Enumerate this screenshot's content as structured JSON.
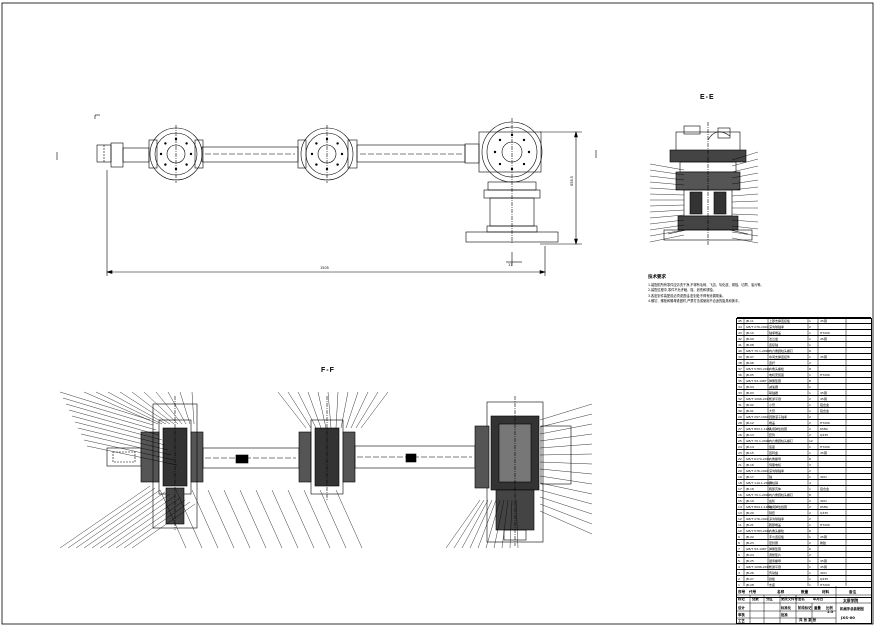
{
  "views": {
    "section_e": "E-E",
    "section_f": "F-F"
  },
  "dimensions": {
    "overall_length": "1505",
    "height": "658.5",
    "offset": "17"
  },
  "notes": {
    "heading": "技术要求",
    "lines": [
      "1.装配前所有零件应清洗干净,不得有毛刺、飞边、氧化皮、锈蚀、切屑、油污等。",
      "2.装配过程中,零件不允许磕、碰、划伤和锈蚀。",
      "3.各密封件装配前必须浸透油,密封处不得有渗漏现象。",
      "4.螺钉、螺栓和螺母紧固时,严禁打击或使用不合适的旋具和扳手。"
    ]
  },
  "bom": {
    "header": [
      "序号",
      "代号",
      "名称",
      "数量",
      "材料",
      "备注"
    ],
    "rows": [
      [
        "45",
        "JB-11",
        "上部支撑连接板",
        "1",
        "45钢",
        ""
      ],
      [
        "44",
        "GB/T 276-1994",
        "深沟球轴承",
        "2",
        "",
        ""
      ],
      [
        "43",
        "JB-10",
        "轴承端盖",
        "1",
        "HT200",
        ""
      ],
      [
        "42",
        "JB-09",
        "法兰盘",
        "1",
        "45钢",
        ""
      ],
      [
        "41",
        "JB-08",
        "连接轴",
        "1",
        "",
        ""
      ],
      [
        "40",
        "GB/T 70.1-2000",
        "内六角圆柱头螺钉",
        "6",
        "",
        ""
      ],
      [
        "39",
        "JB-07",
        "中间支撑连接件",
        "1",
        "45钢",
        ""
      ],
      [
        "38",
        "JB-06",
        "连杆",
        "2",
        "",
        ""
      ],
      [
        "37",
        "GB/T 5783-2000",
        "六角头螺栓",
        "8",
        "",
        ""
      ],
      [
        "36",
        "JB-05",
        "电机安装座",
        "1",
        "HT200",
        ""
      ],
      [
        "35",
        "GB/T 93-1987",
        "弹簧垫圈",
        "8",
        "",
        ""
      ],
      [
        "34",
        "JB-04",
        "减速器",
        "1",
        "",
        ""
      ],
      [
        "33",
        "JB-03",
        "联轴器",
        "1",
        "45钢",
        ""
      ],
      [
        "32",
        "GB/T 1096-2003",
        "普通平键",
        "2",
        "45钢",
        ""
      ],
      [
        "31",
        "JB-02",
        "小臂",
        "1",
        "铝合金",
        ""
      ],
      [
        "30",
        "JB-01",
        "大臂",
        "1",
        "铝合金",
        ""
      ],
      [
        "29",
        "GB/T 297-1994",
        "圆锥滚子轴承",
        "2",
        "",
        ""
      ],
      [
        "28",
        "JB-12",
        "端盖",
        "2",
        "HT200",
        ""
      ],
      [
        "27",
        "GB/T 893.1-1986",
        "孔用弹性挡圈",
        "2",
        "65Mn",
        ""
      ],
      [
        "26",
        "JB-13",
        "套筒",
        "2",
        "Q235",
        ""
      ],
      [
        "25",
        "GB/T 70.1-2000",
        "内六角圆柱头螺钉",
        "12",
        "",
        ""
      ],
      [
        "24",
        "JB-14",
        "底座",
        "1",
        "HT200",
        ""
      ],
      [
        "23",
        "JB-15",
        "回转盘",
        "1",
        "45钢",
        ""
      ],
      [
        "22",
        "GB/T 6170-2000",
        "六角螺母",
        "8",
        "",
        ""
      ],
      [
        "21",
        "JB-16",
        "伺服电机",
        "3",
        "",
        ""
      ],
      [
        "20",
        "GB/T 276-1994",
        "深沟球轴承",
        "2",
        "",
        ""
      ],
      [
        "19",
        "JB-17",
        "轴",
        "1",
        "40Cr",
        ""
      ],
      [
        "18",
        "GB/T 119.1-2000",
        "圆柱销",
        "4",
        "",
        ""
      ],
      [
        "17",
        "JB-18",
        "腕部壳体",
        "1",
        "铝合金",
        ""
      ],
      [
        "16",
        "GB/T 70.1-2000",
        "内六角圆柱头螺钉",
        "8",
        "",
        ""
      ],
      [
        "15",
        "JB-19",
        "齿轮",
        "2",
        "40Cr",
        ""
      ],
      [
        "14",
        "GB/T 894.1-1986",
        "轴用弹性挡圈",
        "2",
        "65Mn",
        ""
      ],
      [
        "13",
        "JB-20",
        "隔套",
        "2",
        "Q235",
        ""
      ],
      [
        "12",
        "GB/T 276-1994",
        "深沟球轴承",
        "2",
        "",
        ""
      ],
      [
        "11",
        "JB-21",
        "腕部端盖",
        "1",
        "HT200",
        ""
      ],
      [
        "10",
        "GB/T 5783-2000",
        "六角头螺栓",
        "6",
        "",
        ""
      ],
      [
        "9",
        "JB-22",
        "手爪连接板",
        "1",
        "45钢",
        ""
      ],
      [
        "8",
        "JB-23",
        "密封圈",
        "2",
        "橡胶",
        ""
      ],
      [
        "7",
        "GB/T 93-1987",
        "弹簧垫圈",
        "6",
        "",
        ""
      ],
      [
        "6",
        "JB-24",
        "调整垫片",
        "2",
        "",
        ""
      ],
      [
        "5",
        "JB-25",
        "锁紧螺母",
        "1",
        "45钢",
        ""
      ],
      [
        "4",
        "GB/T 1096-2003",
        "普通平键",
        "1",
        "45钢",
        ""
      ],
      [
        "3",
        "JB-26",
        "传动轴",
        "1",
        "40Cr",
        ""
      ],
      [
        "2",
        "JB-27",
        "挡板",
        "1",
        "Q235",
        ""
      ],
      [
        "1",
        "JB-28",
        "支座",
        "1",
        "HT200",
        ""
      ]
    ]
  },
  "title_block": {
    "school": "太原学院",
    "drawing_title": "机械手总装配图",
    "drawing_no": "JXS-00",
    "scale": "1:5",
    "row_labels": [
      "标记",
      "处数",
      "分区",
      "更改文件号",
      "签名",
      "年月日"
    ],
    "roles": [
      "设计",
      "审核",
      "工艺",
      "标准化",
      "批准"
    ],
    "stage_labels": [
      "阶段标记",
      "重量",
      "比例"
    ],
    "sheet_label": "共 张 第 张"
  }
}
